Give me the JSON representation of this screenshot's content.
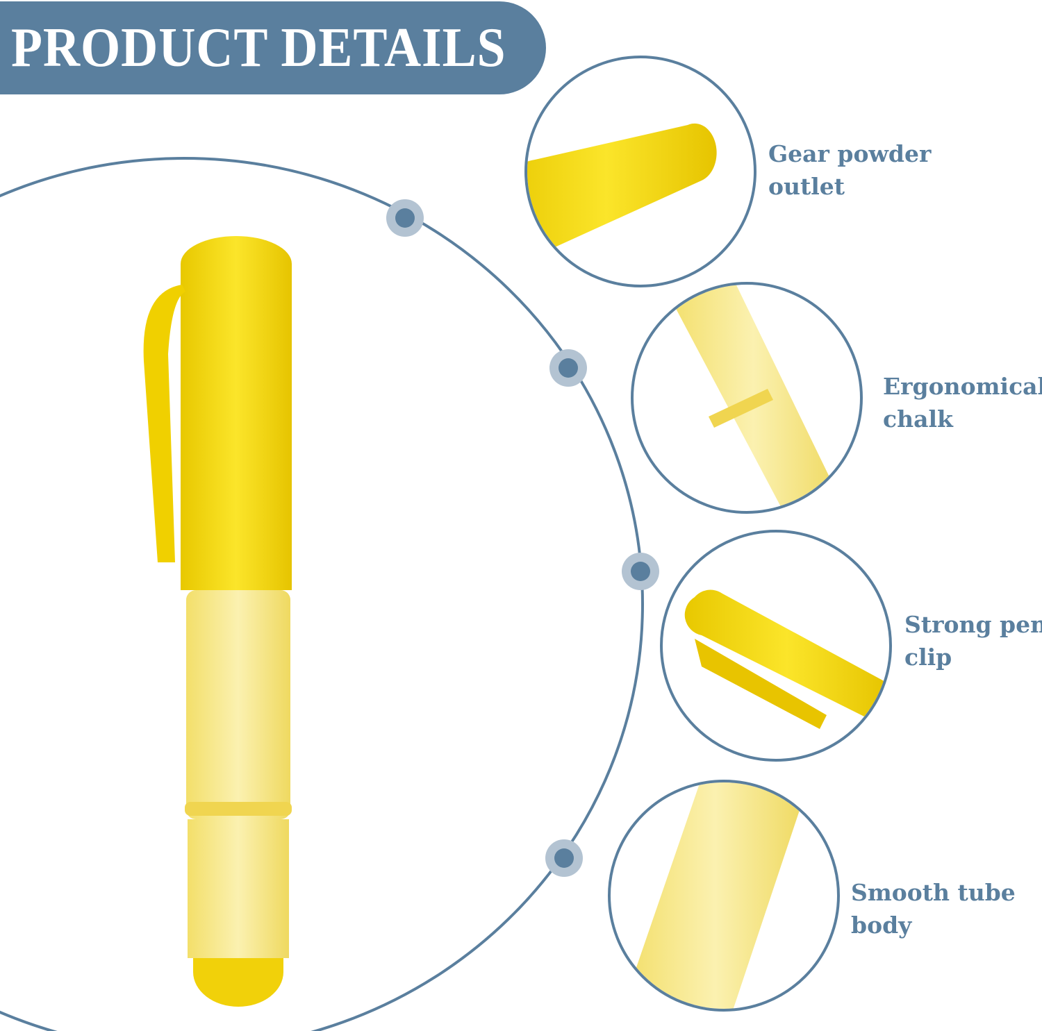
{
  "title": "PRODUCT DETAILS",
  "features": [
    {
      "line1": "Gear powder",
      "line2": "outlet"
    },
    {
      "line1": "Ergonomical",
      "line2": "chalk"
    },
    {
      "line1": "Strong pen",
      "line2": "clip"
    },
    {
      "line1": "Smooth tube",
      "line2": "body"
    }
  ],
  "colors": {
    "accent": "#5a7f9e",
    "pen_yellow": "#f5d90a"
  }
}
